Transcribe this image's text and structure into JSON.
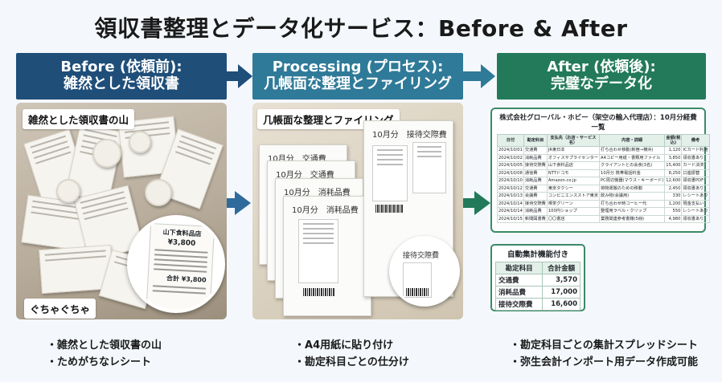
{
  "title": "領収書整理とデータ化サービス：Before & After",
  "panels": {
    "before": {
      "head_line1": "Before (依頼前):",
      "head_line2": "雑然とした領収書",
      "tag_top": "雑然とした領収書の山",
      "tag_bottom": "ぐちゃぐちゃ",
      "receipt_store": "山下食料品店",
      "receipt_amount": "¥3,800",
      "receipt_total_label": "合計",
      "receipt_total": "¥3,800",
      "bullets": [
        "雑然とした領収書の山",
        "ためがちなレシート"
      ]
    },
    "processing": {
      "head_line1": "Processing (プロセス):",
      "head_line2": "几帳面な整理とファイリング",
      "tag": "几帳面な整理とファイリング",
      "sheet_labels": [
        "10月分　交通費",
        "10月分　交通費",
        "10月分　消耗品費",
        "10月分　消耗品費",
        "10月分　接待交際費",
        "接待交際費"
      ],
      "bullets": [
        "A4用紙に貼り付け",
        "勘定科目ごとの仕分け"
      ]
    },
    "after": {
      "head_line1": "After (依頼後):",
      "head_line2": "完璧なデータ化",
      "ledger_title": "株式会社グローバル・ホビー（架空の輸入代理店）：10月分経費一覧",
      "ledger_headers": [
        "日付",
        "勘定科目",
        "支払先（お店・サービス名）",
        "内容・詳細",
        "金額(税込)",
        "備考"
      ],
      "ledger_rows": [
        [
          "2024/10/01",
          "交通費",
          "JR東日本",
          "打ち合わせ移動(新宿→横浜)",
          "1,120",
          "ICカード利用"
        ],
        [
          "2024/10/02",
          "消耗品費",
          "オフィスサプライセンター",
          "A4コピー用紙・書類用ファイル",
          "3,850",
          "領収書あり"
        ],
        [
          "2024/10/05",
          "接待交際費",
          "山下食料品店",
          "クライアントとの会食(3名)",
          "15,400",
          "カード決済"
        ],
        [
          "2024/10/08",
          "通信費",
          "NTTドコモ",
          "10月分 携帯電話料金",
          "8,250",
          "口座振替"
        ],
        [
          "2024/10/10",
          "消耗品費",
          "Amazon.co.jp",
          "PC周辺機器(マウス・キーボード)",
          "12,600",
          "領収書PDF"
        ],
        [
          "2024/10/12",
          "交通費",
          "東京タクシー",
          "荷物運搬のための移動",
          "2,450",
          "領収書あり"
        ],
        [
          "2024/10/13",
          "会議費",
          "コンビニエンスストア東京",
          "飲み物(会議用)",
          "330",
          "レシートあり"
        ],
        [
          "2024/10/14",
          "接待交際費",
          "喫茶グリーン",
          "打ち合わせ時コーヒー代",
          "1,200",
          "現金支払い"
        ],
        [
          "2024/10/14",
          "消耗品費",
          "100円ショップ",
          "整理用ラベル・クリップ",
          "550",
          "レシートあり"
        ],
        [
          "2024/10/15",
          "新聞図書費",
          "〇〇書店",
          "業務関連参考書籍(5冊)",
          "4,980",
          "領収書あり"
        ]
      ],
      "summary_title": "自動集計機能付き",
      "summary_headers": [
        "勘定科目",
        "合計金額"
      ],
      "summary_rows": [
        [
          "交通費",
          "3,570"
        ],
        [
          "消耗品費",
          "17,000"
        ],
        [
          "接待交際費",
          "16,600"
        ]
      ],
      "bullets": [
        "勘定科目ごとの集計スプレッドシート",
        "弥生会計インポート用データ作成可能"
      ]
    }
  },
  "colors": {
    "before": "#1f4e79",
    "processing": "#2f7a98",
    "after": "#227a5a"
  }
}
